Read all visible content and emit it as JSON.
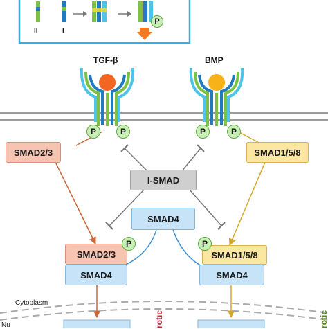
{
  "ligands": {
    "left": "TGF-β",
    "right": "BMP"
  },
  "nodes": {
    "smad23_top": "SMAD2/3",
    "smad158_top": "SMAD1/5/8",
    "i_smad": "I-SMAD",
    "smad4_center": "SMAD4",
    "smad23_complex": "SMAD2/3",
    "smad4_left": "SMAD4",
    "smad158_complex": "SMAD1/5/8",
    "smad4_right": "SMAD4"
  },
  "phospho_label": "P",
  "inset_labels": {
    "type2": "II",
    "type1": "I"
  },
  "compartments": {
    "cytoplasm": "Cytoplasm",
    "nucleus_partial": "Nu"
  },
  "side_fragments": {
    "left": "rotic",
    "right": "rotic"
  },
  "colors": {
    "tgf_ligand": "#f26522",
    "bmp_ligand": "#f7b21a",
    "receptor_green": "#7cc242",
    "receptor_blue": "#1f7ac2",
    "receptor_cyan": "#4fc3e8",
    "arrow_orange": "#c8663a",
    "arrow_yellow": "#d4a82a",
    "arrow_blue": "#3b8fd1",
    "inhibit_gray": "#777777",
    "membrane": "#9a9a9a",
    "inset_border": "#3fa9df",
    "inset_arrow": "#f07a22"
  }
}
